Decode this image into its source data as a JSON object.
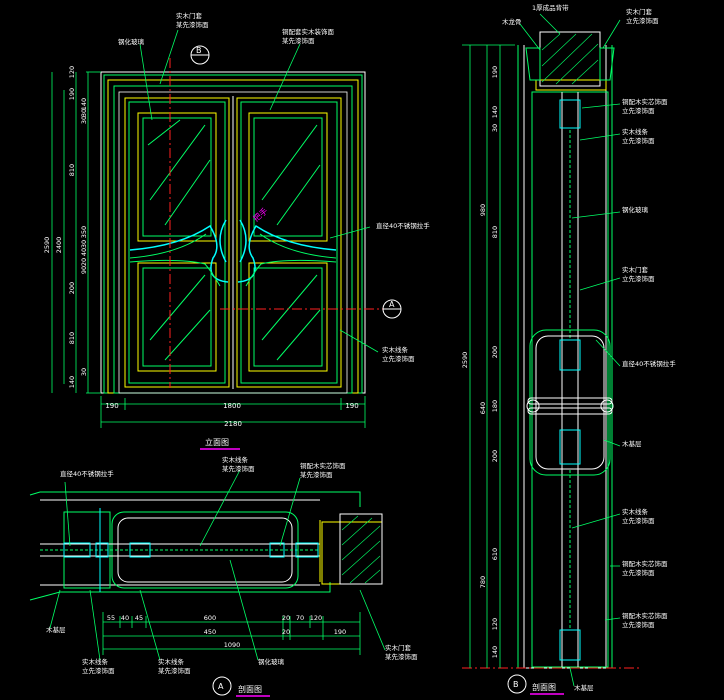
{
  "colors": {
    "background": "#000000",
    "green": "#00ff66",
    "white": "#ffffff",
    "yellow": "#ffff00",
    "cyan": "#00ffff",
    "magenta": "#ff00ff",
    "red": "#ff2020",
    "blue": "#3060ff",
    "gray": "#9a9a9a",
    "brown": "#8b5a2b"
  },
  "elevation": {
    "view_title": "立面图",
    "dims_left": [
      "120",
      "190",
      "30",
      "140",
      "810",
      "2590",
      "2400",
      "200",
      "810",
      "140",
      "30",
      "30",
      "20",
      "40",
      "30",
      "350",
      "90"
    ],
    "dims_bottom_top": [
      "190",
      "1800",
      "190"
    ],
    "dims_bottom_total": "2180",
    "labels": [
      "实木门套\n某先漆饰面",
      "钢化玻璃",
      "铜配套实木装饰面\n某先漆饰面",
      "直径40不锈钢拉手",
      "实木线条\n立先漆饰面"
    ],
    "callout_b": "B",
    "callout_a": "A",
    "handle_mark": "把手"
  },
  "plan": {
    "view_title": "剖面图",
    "callout": "A",
    "dims_row1": [
      "55",
      "40",
      "45",
      "600",
      "20",
      "70",
      "120"
    ],
    "dims_row2": [
      "450",
      "20",
      "190"
    ],
    "dims_total": "1090",
    "labels": [
      "直径40不锈钢拉手",
      "实木线条\n某先漆饰面",
      "铜配木实芯饰面\n某先漆饰面",
      "木基层",
      "实木线条\n立先漆饰面",
      "实木线条\n某先漆饰面",
      "钢化玻璃",
      "实木门套\n某先漆饰面"
    ]
  },
  "section": {
    "view_title": "剖面图",
    "callout": "B",
    "dims_right": [
      "190",
      "140",
      "30",
      "980",
      "810",
      "200",
      "640",
      "180",
      "200",
      "610",
      "780",
      "120",
      "140"
    ],
    "dims_total": "2590",
    "labels": [
      "木龙骨",
      "1厚成品背带",
      "实木门套\n立先漆饰面",
      "铜配木实芯饰面\n立先漆饰面",
      "实木线条\n立先漆饰面",
      "钢化玻璃",
      "实木门套\n立先漆饰面",
      "直径40不锈钢拉手",
      "木基层",
      "实木线条\n立先漆饰面",
      "铜配木实芯饰面\n立先漆饰面",
      "铜配木实芯饰面\n立先漆饰面",
      "木基层"
    ]
  }
}
